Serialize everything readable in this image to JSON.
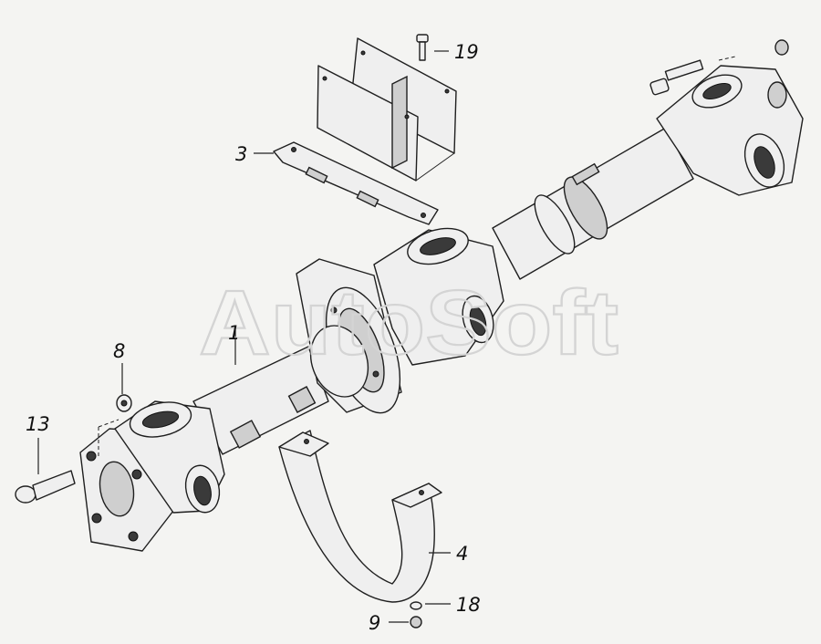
{
  "watermark": "AutoSoft",
  "callouts": {
    "c19": "19",
    "c3": "3",
    "c1": "1",
    "c8": "8",
    "c13": "13",
    "c4": "4",
    "c18": "18",
    "c9": "9"
  }
}
